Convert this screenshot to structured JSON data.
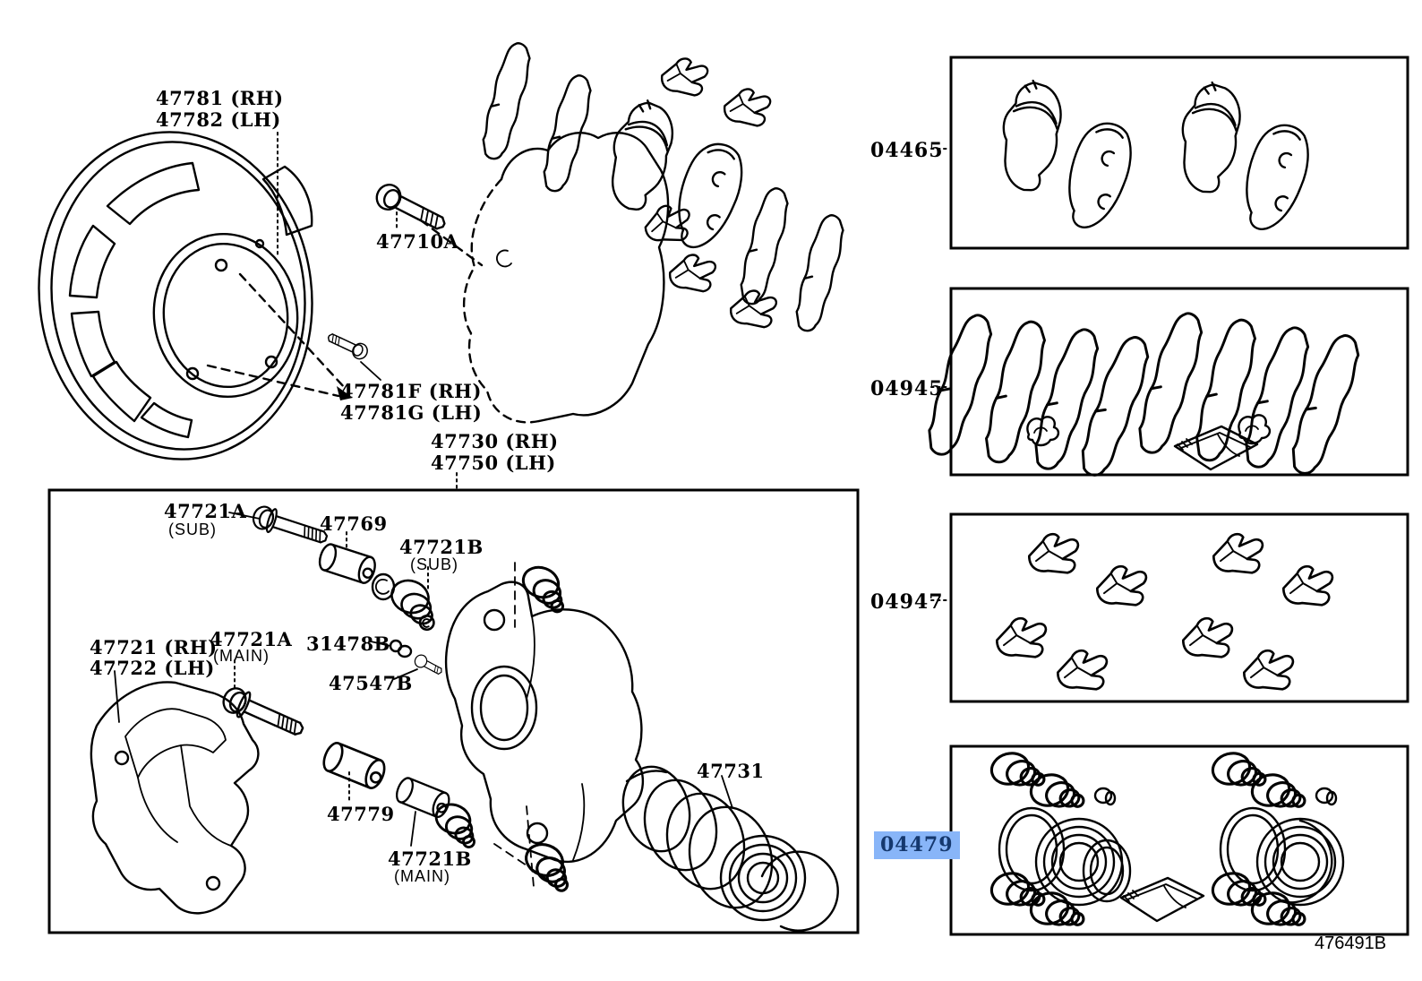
{
  "diagram_type": "exploded-parts-diagram",
  "labels": {
    "dust_shield_rh": "47781 (RH)",
    "dust_shield_lh": "47782 (LH)",
    "union_bolt": "47710A",
    "shield_bolt_rh": "47781F (RH)",
    "shield_bolt_lh": "47781G (LH)",
    "caliper_assembly_rh": "47730 (RH)",
    "caliper_assembly_lh": "47750 (LH)",
    "slide_pin_sub": "47721A",
    "slide_pin_sub_note": "(SUB)",
    "bushing": "47769",
    "pin_boot_sub": "47721B",
    "pin_boot_sub_note": "(SUB)",
    "mounting_rh": "47721 (RH)",
    "mounting_lh": "47722 (LH)",
    "slide_pin_main": "47721A",
    "slide_pin_main_note": "(MAIN)",
    "bleeder_plug": "31478B",
    "bleeder_cap": "47547B",
    "pin_sleeve": "47779",
    "pin_boot_main": "47721B",
    "pin_boot_main_note": "(MAIN)",
    "cylinder_boot": "47731"
  },
  "kits": [
    {
      "code": "04465",
      "highlighted": false
    },
    {
      "code": "04945",
      "highlighted": false
    },
    {
      "code": "04947",
      "highlighted": false
    },
    {
      "code": "04479",
      "highlighted": true
    }
  ],
  "footer_code": "476491B",
  "colors": {
    "background": "#ffffff",
    "line": "#000000",
    "highlight_bg": "#88b5f8",
    "highlight_text": "#15386e"
  }
}
